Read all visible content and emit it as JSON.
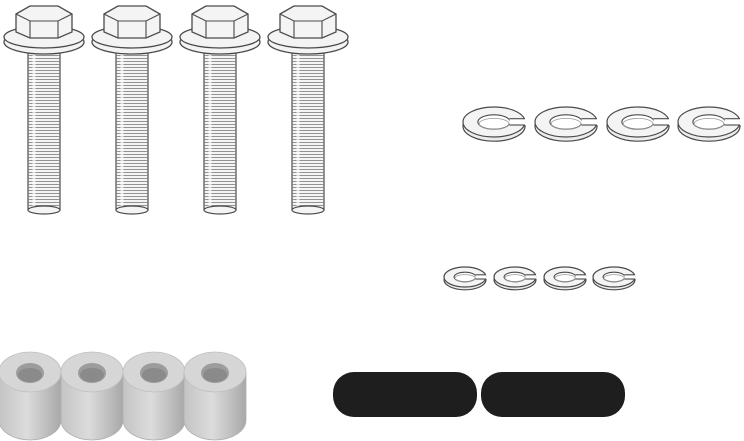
{
  "colors": {
    "background": "#ffffff",
    "outline": "#4a4a4a",
    "metal_fill": "#f4f4f4",
    "washer_fill": "#ececec",
    "spacer_light": "#d6d6d6",
    "spacer_mid": "#bcbcbc",
    "spacer_dark": "#9c9c9c",
    "pad_fill": "#1e1e1e"
  },
  "parts": {
    "bolts": {
      "count": 4,
      "icon": "flange-bolt-icon"
    },
    "large_lock_washers": {
      "count": 4,
      "icon": "split-lock-washer-icon"
    },
    "small_lock_washers": {
      "count": 4,
      "icon": "split-lock-washer-icon"
    },
    "spacers": {
      "count": 4,
      "icon": "round-spacer-icon"
    },
    "pads": {
      "count": 2,
      "icon": "rubber-pad-icon"
    }
  }
}
